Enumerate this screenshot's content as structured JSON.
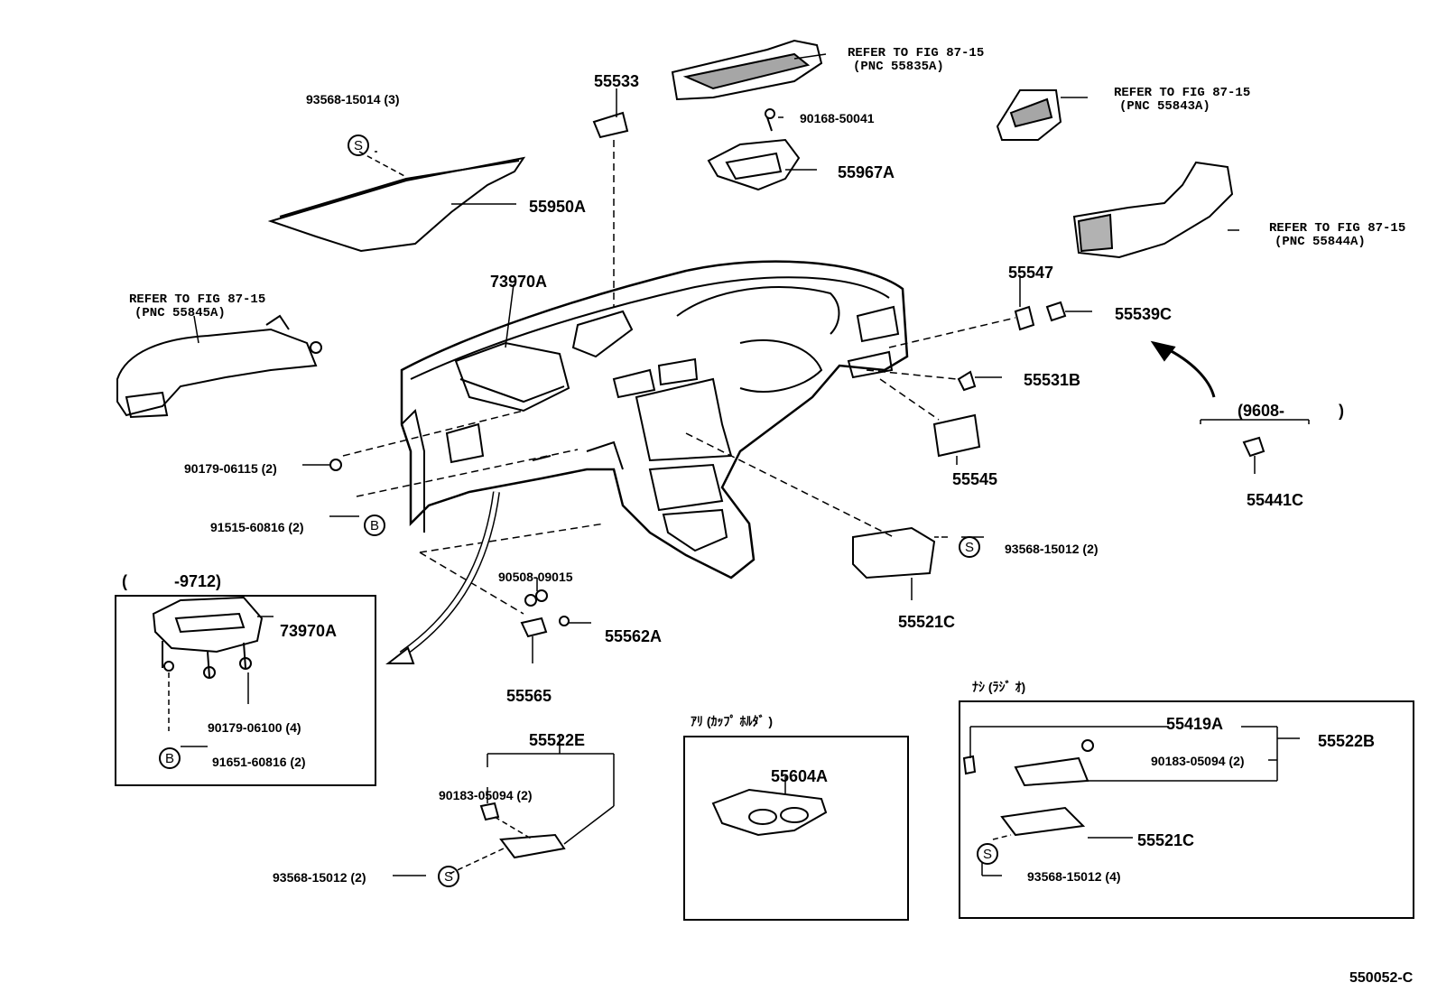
{
  "diagram": {
    "figure_code": "550052-C",
    "refer_notes": [
      {
        "line1": "REFER TO FIG 87-15",
        "line2": "(PNC 55835A)"
      },
      {
        "line1": "REFER TO FIG 87-15",
        "line2": "(PNC 55843A)"
      },
      {
        "line1": "REFER TO FIG 87-15",
        "line2": "(PNC 55844A)"
      },
      {
        "line1": "REFER TO FIG 87-15",
        "line2": "(PNC 55845A)"
      }
    ],
    "parts": {
      "p55533": "55533",
      "p90168": "90168-50041",
      "p55967A": "55967A",
      "p93568_15014": "93568-15014 (3)",
      "p55950A": "55950A",
      "p73970A": "73970A",
      "p55547": "55547",
      "p55539C": "55539C",
      "p55531B": "55531B",
      "p55545": "55545",
      "p90179_06115": "90179-06115 (2)",
      "p91515": "91515-60816 (2)",
      "p90508": "90508-09015",
      "p55562A": "55562A",
      "p55565": "55565",
      "p93568_15012a": "93568-15012 (2)",
      "p55521C": "55521C",
      "p55441C": "55441C",
      "range_9608": "(9608-",
      "range_9608_close": ")",
      "range_9712": "(",
      "range_9712_b": "-9712)",
      "inset_73970A": "73970A",
      "inset_90179_06100": "90179-06100 (4)",
      "inset_91651": "91651-60816 (2)",
      "p55522E": "55522E",
      "p90183_a": "90183-05094 (2)",
      "p93568_15012b": "93568-15012 (2)",
      "cupholder_header": "ｱﾘ (ｶｯﾌﾟ ﾎﾙﾀﾞ )",
      "p55604A": "55604A",
      "radio_header": "ﾅｼ (ﾗｼﾞ ｵ)",
      "p55419A": "55419A",
      "p55522B": "55522B",
      "p90183_b": "90183-05094 (2)",
      "p55521C_b": "55521C",
      "p93568_15012c": "93568-15012 (4)"
    },
    "markers": {
      "S": "S",
      "B": "B"
    }
  }
}
